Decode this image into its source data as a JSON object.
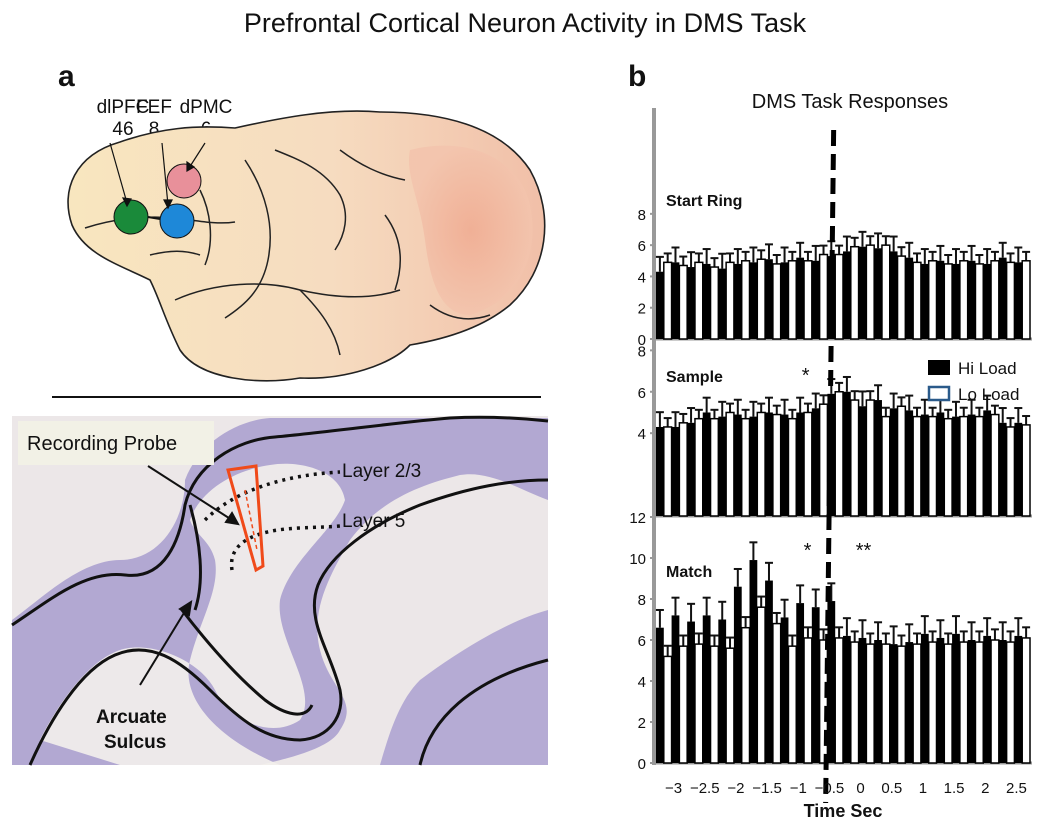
{
  "title": "Prefrontal Cortical Neuron  Activity in DMS Task",
  "panel_a": {
    "letter": "a",
    "areas": [
      {
        "name": "dlPFC",
        "number": "46",
        "color": "#1a8a3a"
      },
      {
        "name": "FEF",
        "number": "8",
        "color": "#1e88d8"
      },
      {
        "name": "dPMC",
        "number": "6",
        "color": "#e8909a"
      }
    ],
    "recording_probe_label": "Recording Probe",
    "layer_labels": [
      "Layer 2/3",
      "Layer 5"
    ],
    "sulcus_label": [
      "Arcuate",
      "Sulcus"
    ],
    "colors": {
      "brain": "#f8e8c2",
      "frontal_pole": "#f0b49a",
      "tissue": "#9a8ec8",
      "white_matter": "#f3f0ec",
      "probe": "#f04a1a"
    }
  },
  "panel_b": {
    "letter": "b",
    "title": "DMS  Task Responses",
    "legend": {
      "hi": "Hi Load",
      "lo": "Lo Load"
    },
    "xlabel": "Time Sec",
    "star_one": "*",
    "star_two": "**"
  },
  "chart_data": {
    "type": "bar",
    "title": "DMS  Task Responses",
    "xlabel": "Time Sec",
    "x_tick_labels": [
      "−3",
      "−2.5",
      "−2",
      "−1.5",
      "−1",
      "−0.5",
      "0",
      "0.5",
      "1",
      "1.5",
      "2",
      "2.5"
    ],
    "event_line_x": -0.4,
    "bin_starts": [
      -3.25,
      -3.0,
      -2.75,
      -2.5,
      -2.25,
      -2.0,
      -1.75,
      -1.5,
      -1.25,
      -1.0,
      -0.75,
      -0.5,
      -0.25,
      0.0,
      0.25,
      0.5,
      0.75,
      1.0,
      1.25,
      1.5,
      1.75,
      2.0,
      2.25,
      2.5
    ],
    "legend": [
      "Hi Load",
      "Lo Load"
    ],
    "panels": [
      {
        "label": "Start Ring",
        "y_ticks": [
          "0",
          "2",
          "4",
          "6",
          "8"
        ],
        "ylim": [
          0,
          14
        ],
        "series": [
          {
            "name": "Hi Load",
            "values": [
              4.3,
              4.9,
              4.6,
              4.8,
              4.5,
              4.8,
              4.9,
              5.1,
              4.9,
              5.2,
              5.0,
              5.3,
              5.6,
              5.9,
              5.8,
              5.6,
              5.2,
              4.8,
              5.0,
              4.8,
              5.0,
              4.8,
              5.2,
              4.9
            ]
          },
          {
            "name": "Lo Load",
            "values": [
              4.9,
              4.7,
              4.9,
              4.6,
              4.9,
              5.0,
              5.1,
              4.8,
              5.0,
              5.0,
              5.4,
              5.4,
              5.9,
              6.0,
              6.0,
              5.3,
              4.9,
              5.0,
              4.8,
              5.0,
              4.8,
              5.0,
              4.9,
              5.0
            ]
          }
        ],
        "stars": []
      },
      {
        "label": "Sample",
        "y_ticks": [
          "4",
          "6",
          "8"
        ],
        "ylim": [
          0,
          8.5
        ],
        "series": [
          {
            "name": "Hi Load",
            "values": [
              4.3,
              4.3,
              4.5,
              5.0,
              4.8,
              4.9,
              4.8,
              5.0,
              4.9,
              5.0,
              5.2,
              5.9,
              6.0,
              5.3,
              5.6,
              5.2,
              5.1,
              4.9,
              5.0,
              4.8,
              4.9,
              5.1,
              4.5,
              4.5
            ]
          },
          {
            "name": "Lo Load",
            "values": [
              4.3,
              4.5,
              4.7,
              4.7,
              5.0,
              4.7,
              5.0,
              4.9,
              4.7,
              5.0,
              5.4,
              6.0,
              5.6,
              5.6,
              4.8,
              5.3,
              4.8,
              4.8,
              4.7,
              4.8,
              4.8,
              4.9,
              4.3,
              4.4
            ]
          }
        ],
        "stars": [
          {
            "x": -0.85,
            "text": "*"
          }
        ]
      },
      {
        "label": "Match",
        "y_ticks": [
          "0",
          "2",
          "4",
          "6",
          "8",
          "10",
          "12"
        ],
        "ylim": [
          0,
          12
        ],
        "series": [
          {
            "name": "Hi Load",
            "values": [
              6.6,
              7.2,
              6.9,
              7.2,
              7.0,
              8.6,
              9.9,
              8.9,
              7.1,
              7.8,
              7.6,
              7.9,
              6.2,
              6.1,
              6.0,
              5.8,
              5.9,
              6.3,
              6.1,
              6.3,
              6.0,
              6.2,
              6.0,
              6.2
            ]
          },
          {
            "name": "Lo Load",
            "values": [
              5.2,
              5.7,
              5.8,
              5.7,
              5.6,
              6.6,
              7.6,
              6.8,
              5.7,
              6.1,
              6.0,
              6.1,
              5.9,
              5.8,
              5.8,
              5.7,
              5.8,
              5.9,
              5.8,
              5.9,
              5.9,
              6.0,
              5.9,
              6.1
            ]
          }
        ],
        "stars": [
          {
            "x": -0.82,
            "text": "*"
          },
          {
            "x": 0.08,
            "text": "**"
          }
        ]
      }
    ]
  }
}
